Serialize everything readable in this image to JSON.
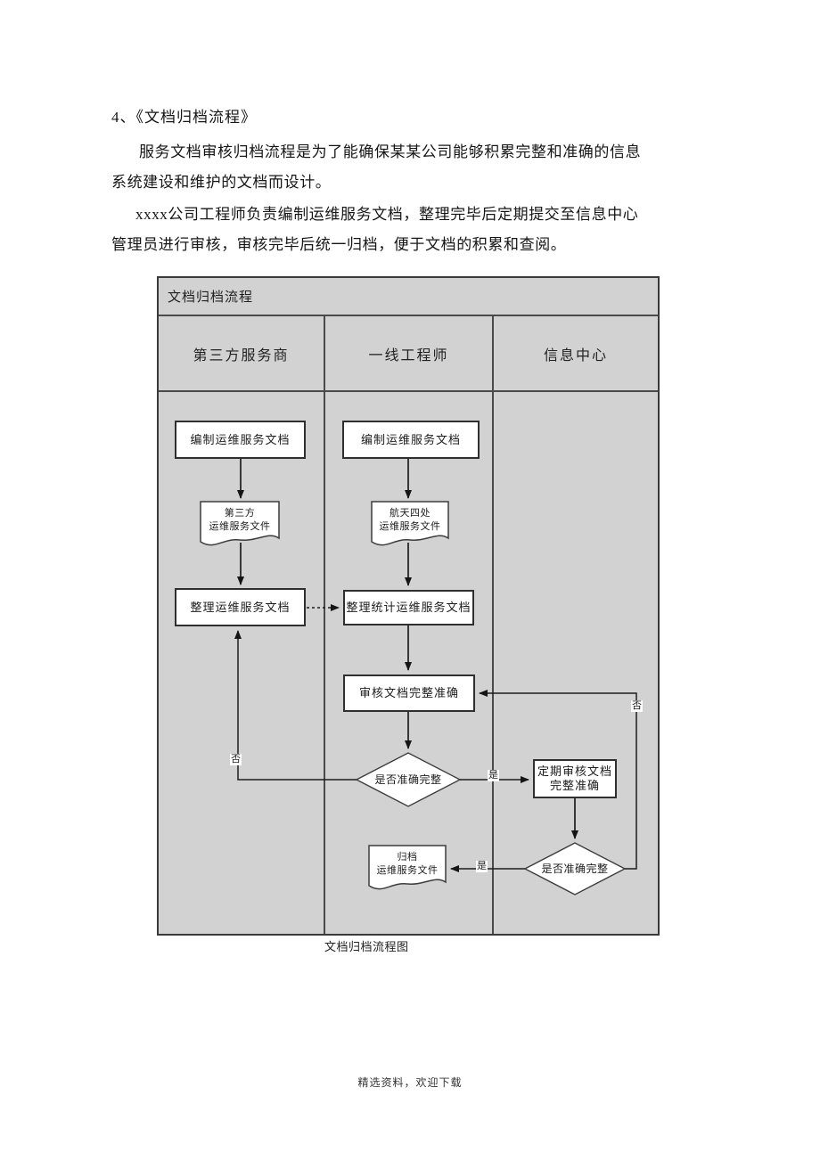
{
  "page": {
    "heading": "4、《文档归档流程》",
    "para1_line1": "服务文档审核归档流程是为了能确保某某公司能够积累完整和准确的信息",
    "para1_line2": "系统建设和维护的文档而设计。",
    "para2_line1": "xxxx公司工程师负责编制运维服务文档，整理完毕后定期提交至信息中心",
    "para2_line2": "管理员进行审核，审核完毕后统一归档，便于文档的积累和查阅。",
    "caption": "文档归档流程图",
    "footer": "精选资料，欢迎下载"
  },
  "flowchart": {
    "title": "文档归档流程",
    "lanes": {
      "lane1": "第三方服务商",
      "lane2": "一线工程师",
      "lane3": "信息中心"
    },
    "nodes": {
      "vendor_create": "编制运维服务文档",
      "vendor_doc_line1": "第三方",
      "vendor_doc_line2": "运维服务文件",
      "vendor_organize": "整理运维服务文档",
      "engineer_create": "编制运维服务文档",
      "engineer_doc_line1": "航天四处",
      "engineer_doc_line2": "运维服务文件",
      "engineer_organize": "整理统计运维服务文档",
      "engineer_review": "审核文档完整准确",
      "engineer_decision": "是否准确完整",
      "center_review_line1": "定期审核文档",
      "center_review_line2": "完整准确",
      "center_decision": "是否准确完整",
      "archive_doc_line1": "归档",
      "archive_doc_line2": "运维服务文件"
    },
    "edge_labels": {
      "yes": "是",
      "no": "否"
    },
    "colors": {
      "lane_bg": "#d2d2d2",
      "node_bg": "#ffffff",
      "border": "#3a3a3a",
      "arrow": "#1a1a1a"
    }
  }
}
